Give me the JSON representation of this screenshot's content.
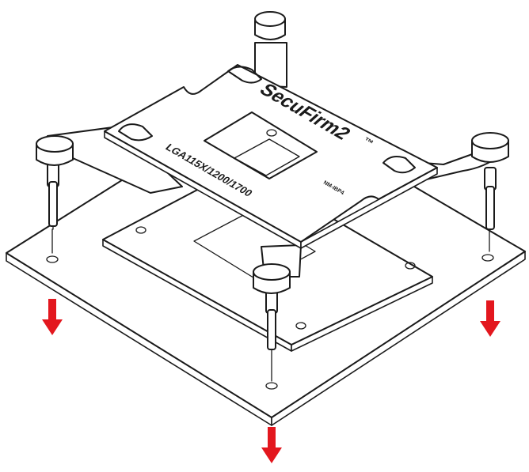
{
  "diagram": {
    "brand_text": "SecuFirm2",
    "trademark": "™",
    "socket_text": "LGA115X/1200/1700",
    "part_code": "NM-IBP4",
    "arrow_color": "#e3171e",
    "line_color": "#1a1a1a"
  }
}
